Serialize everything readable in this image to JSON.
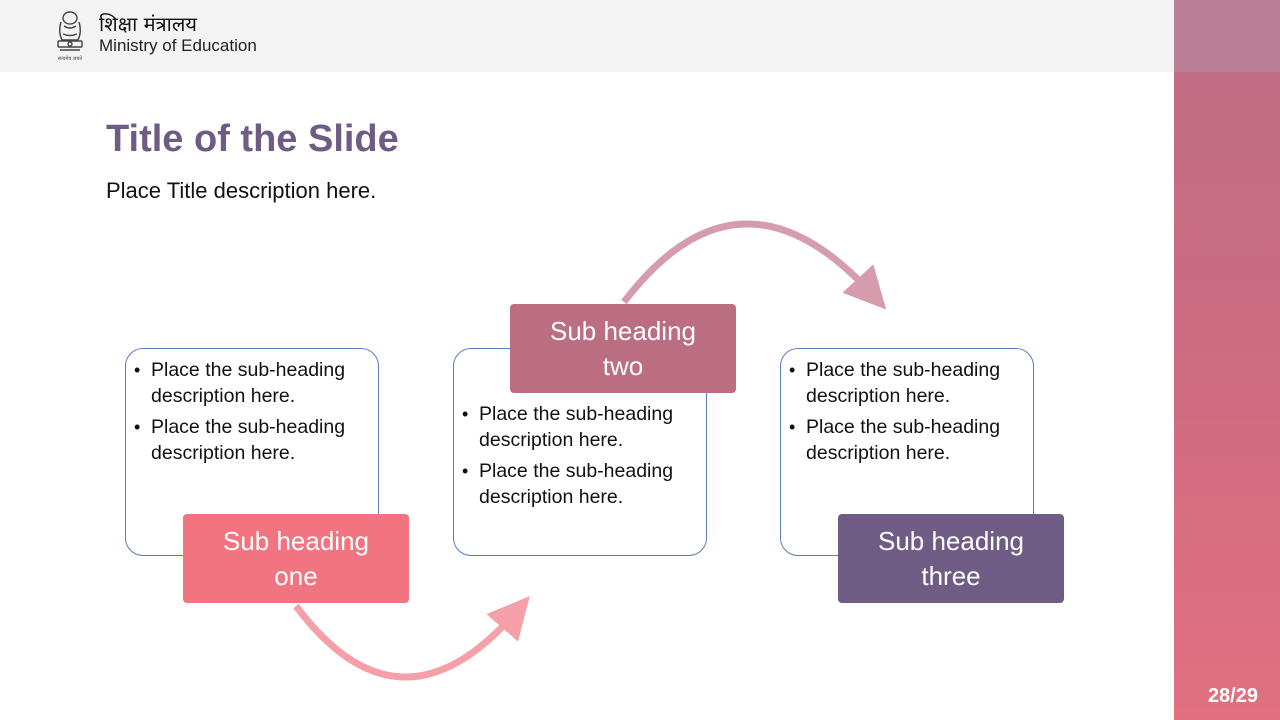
{
  "header": {
    "ministry_hindi": "शिक्षा मंत्रालय",
    "ministry_english": "Ministry of Education",
    "emblem": "national-emblem-icon"
  },
  "slide": {
    "title": "Title of the Slide",
    "description": "Place Title description here.",
    "page": "28/29"
  },
  "steps": [
    {
      "heading": "Sub heading one",
      "color": "#f27480",
      "bullets": [
        "Place the sub-heading description here.",
        "Place the sub-heading description here."
      ]
    },
    {
      "heading": "Sub heading two",
      "color": "#bb6d82",
      "bullets": [
        "Place the sub-heading description here.",
        "Place the sub-heading description here."
      ]
    },
    {
      "heading": "Sub heading three",
      "color": "#6e5c84",
      "bullets": [
        "Place the sub-heading description here.",
        "Place the sub-heading description here."
      ]
    }
  ],
  "arrows": [
    {
      "name": "curved-arrow-one-to-two",
      "color": "#f5a0a8"
    },
    {
      "name": "curved-arrow-two-to-three",
      "color": "#d59cae"
    }
  ]
}
